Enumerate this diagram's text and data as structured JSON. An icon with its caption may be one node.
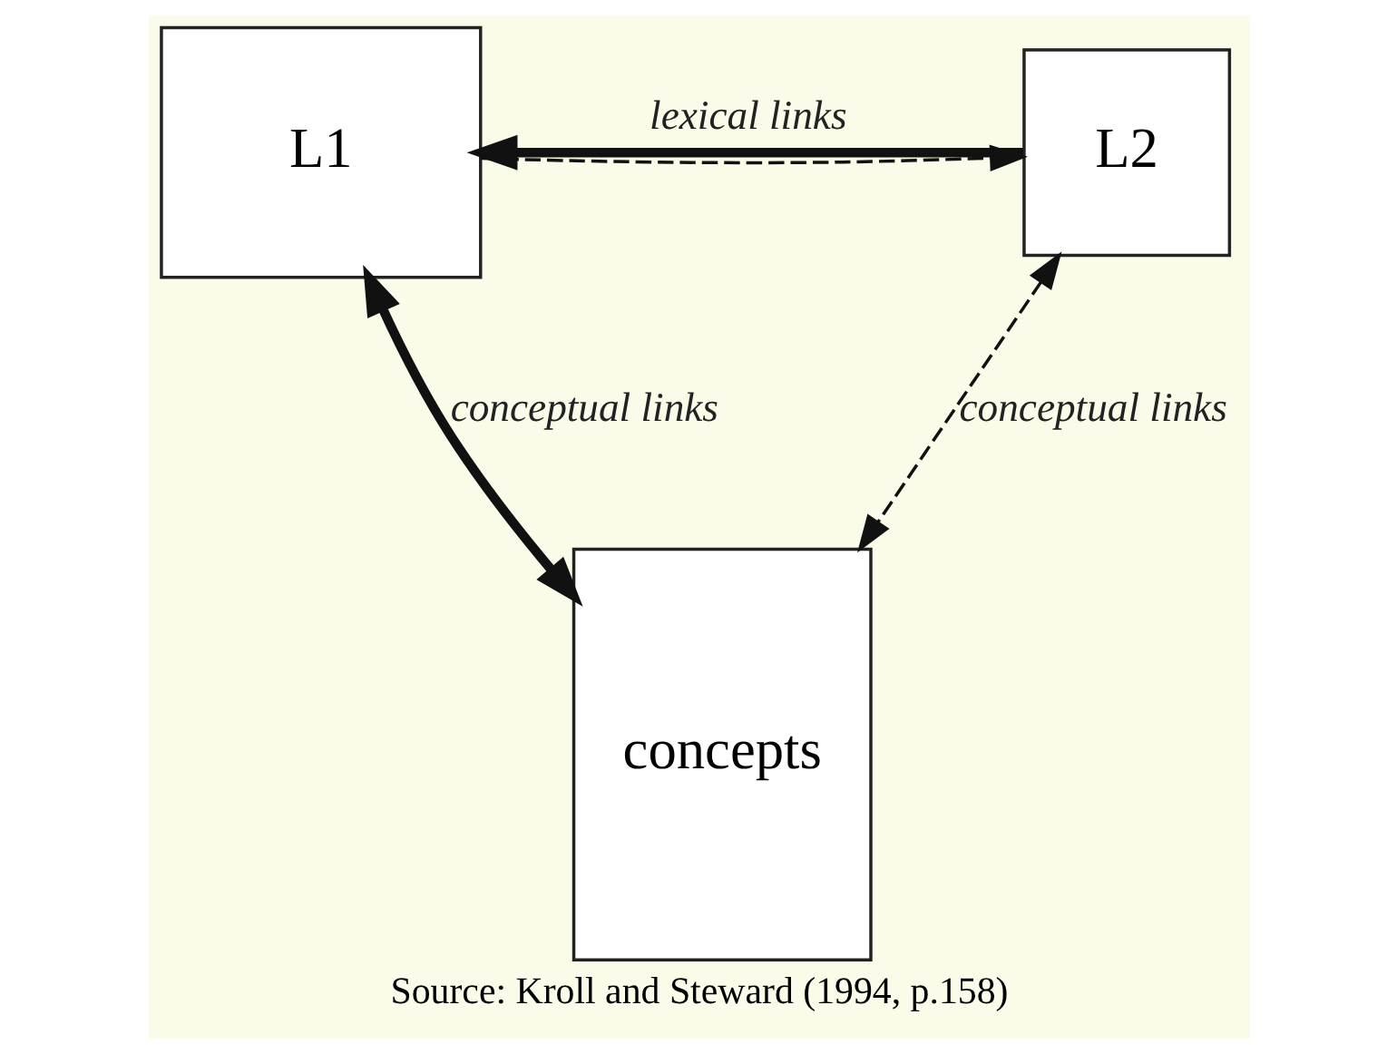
{
  "diagram": {
    "caption": "Source: Kroll and Steward (1994, p.158)",
    "nodes": [
      {
        "text": [
          "L1"
        ]
      },
      {
        "text": [
          "L2"
        ]
      },
      {
        "text": [
          "concepts"
        ]
      }
    ],
    "edges": [
      {
        "from": 1,
        "to": 0,
        "arrow": "to",
        "label": "lexical links",
        "style": "thick"
      },
      {
        "from": 0,
        "to": 1,
        "arrow": "to",
        "style": "dashed"
      },
      {
        "from": 0,
        "to": 2,
        "arrow": "both",
        "label": "conceptual links",
        "style": "thick"
      },
      {
        "from": 1,
        "to": 2,
        "arrow": "both",
        "label": "conceptual links",
        "style": "dashed"
      }
    ]
  }
}
